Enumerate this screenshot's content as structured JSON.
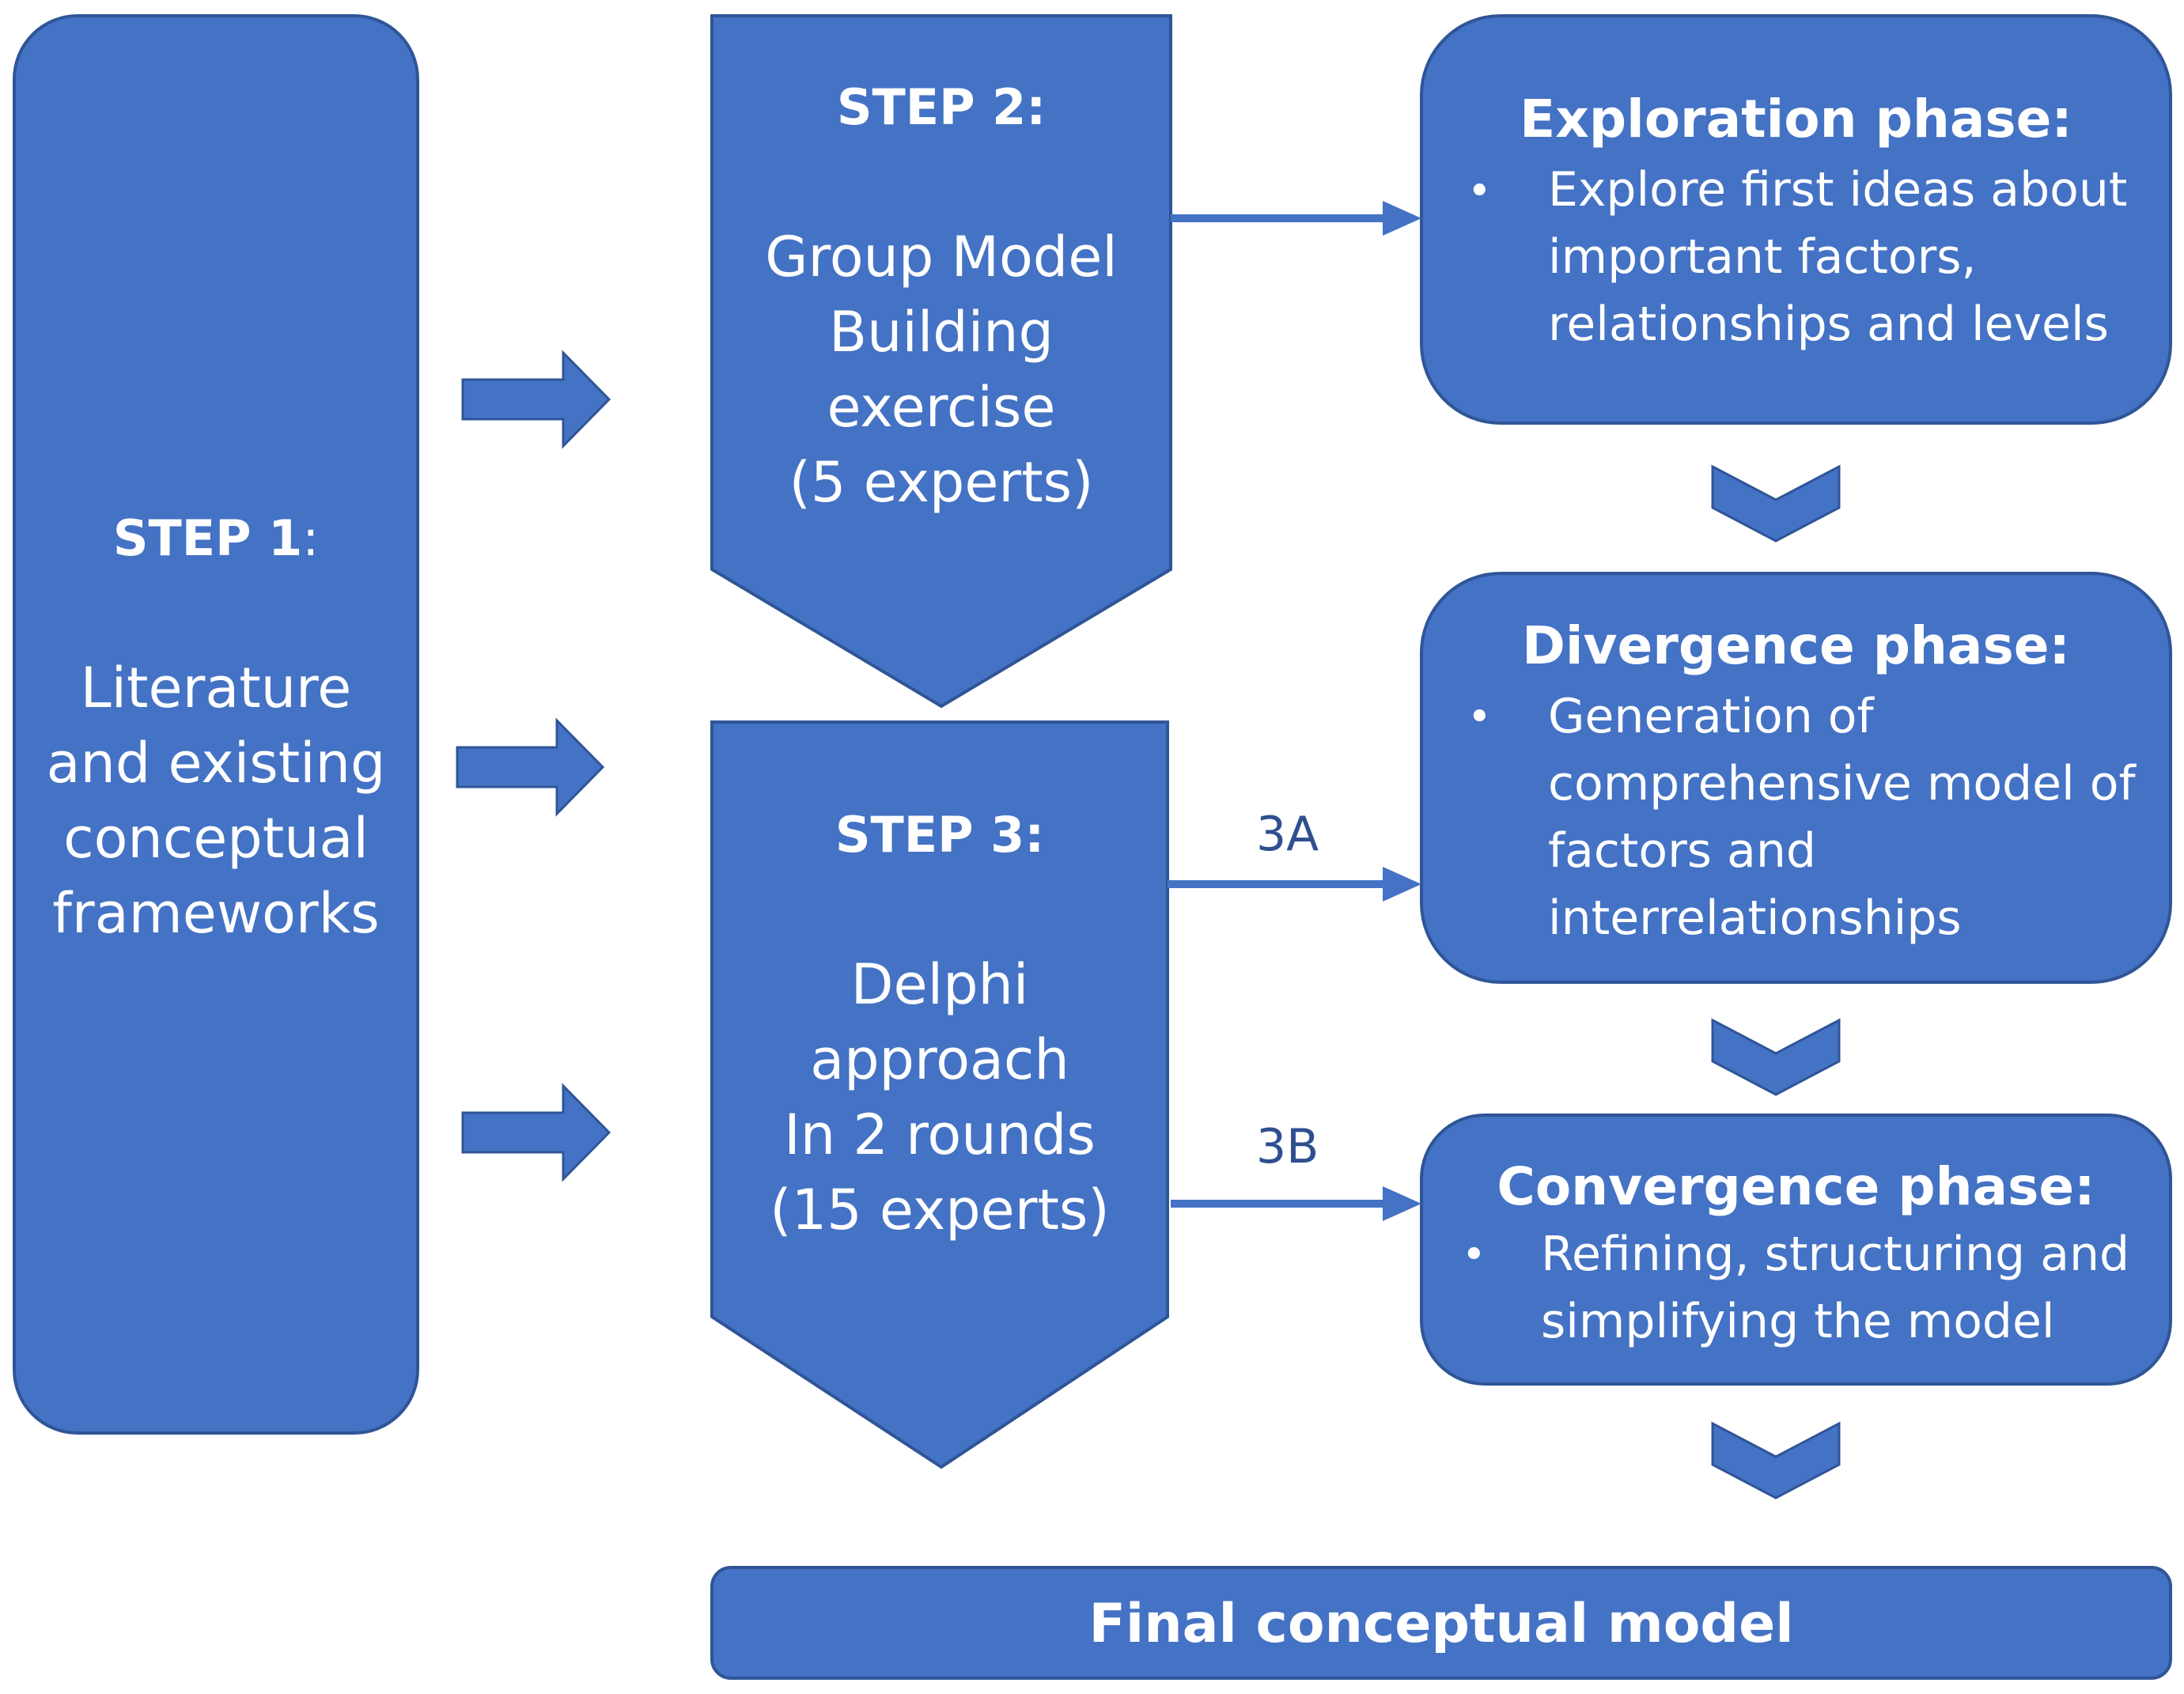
{
  "colors": {
    "fill": "#4472c4",
    "stroke": "#2f5597",
    "text": "#ffffff",
    "label": "#2f4f8f"
  },
  "step1": {
    "heading": "STEP 1",
    "heading_suffix": ":",
    "lines": [
      "Literature",
      "and existing",
      "conceptual",
      "frameworks"
    ]
  },
  "step2": {
    "heading": "STEP 2:",
    "lines": [
      "Group Model",
      "Building",
      "exercise",
      "(5 experts)"
    ]
  },
  "step3": {
    "heading": "STEP 3:",
    "lines": [
      "Delphi",
      "approach",
      "In 2 rounds",
      "(15 experts)"
    ]
  },
  "phases": {
    "exploration": {
      "title": "Exploration phase:",
      "bullet": "•",
      "lines": [
        "Explore first ideas about",
        "important factors,",
        "relationships and levels"
      ]
    },
    "divergence": {
      "title": "Divergence phase:",
      "bullet": "•",
      "lines": [
        "Generation of",
        "comprehensive model of",
        "factors and",
        "interrelationships"
      ]
    },
    "convergence": {
      "title": "Convergence phase:",
      "bullet": "•",
      "lines": [
        "Refining, structuring and",
        "simplifying the model"
      ]
    }
  },
  "labels": {
    "a": "3A",
    "b": "3B"
  },
  "final": {
    "label": "Final conceptual model"
  }
}
